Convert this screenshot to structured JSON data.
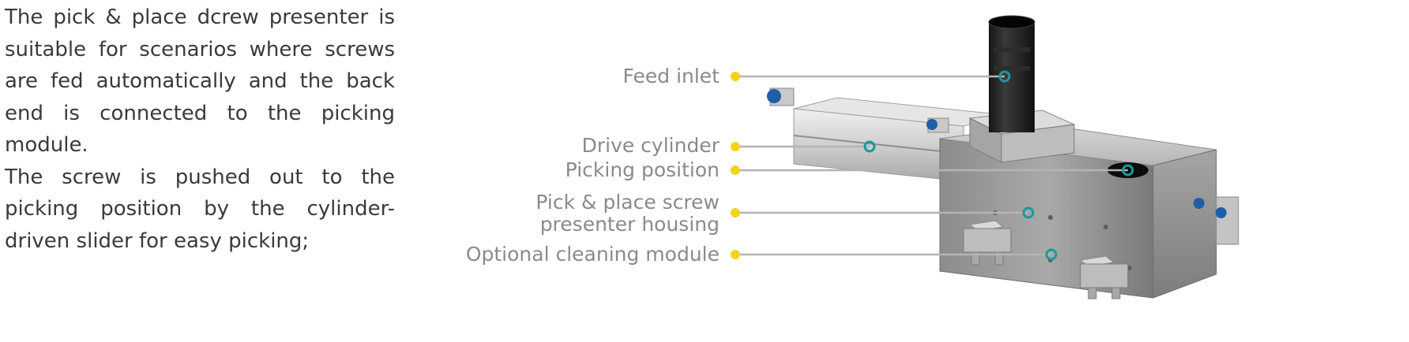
{
  "description": {
    "paragraphs": [
      "The pick & place dcrew presenter is suitable for scenarios where screws are fed automatically and the back end is connected to the picking module.",
      "The screw is pushed out to the picking position by the cylinder-driven slider for easy picking;"
    ]
  },
  "callouts": [
    {
      "label": "Feed inlet"
    },
    {
      "label": "Drive cylinder"
    },
    {
      "label": "Picking position"
    },
    {
      "label": "Pick & place screw presenter housing"
    },
    {
      "label": "Optional cleaning module"
    }
  ],
  "colors": {
    "text": "#3a3a3a",
    "label": "#8a8a8a",
    "leader_line": "#b4b4b4",
    "dot": "#f2d417",
    "marker_ring": "#1a9a9a"
  }
}
